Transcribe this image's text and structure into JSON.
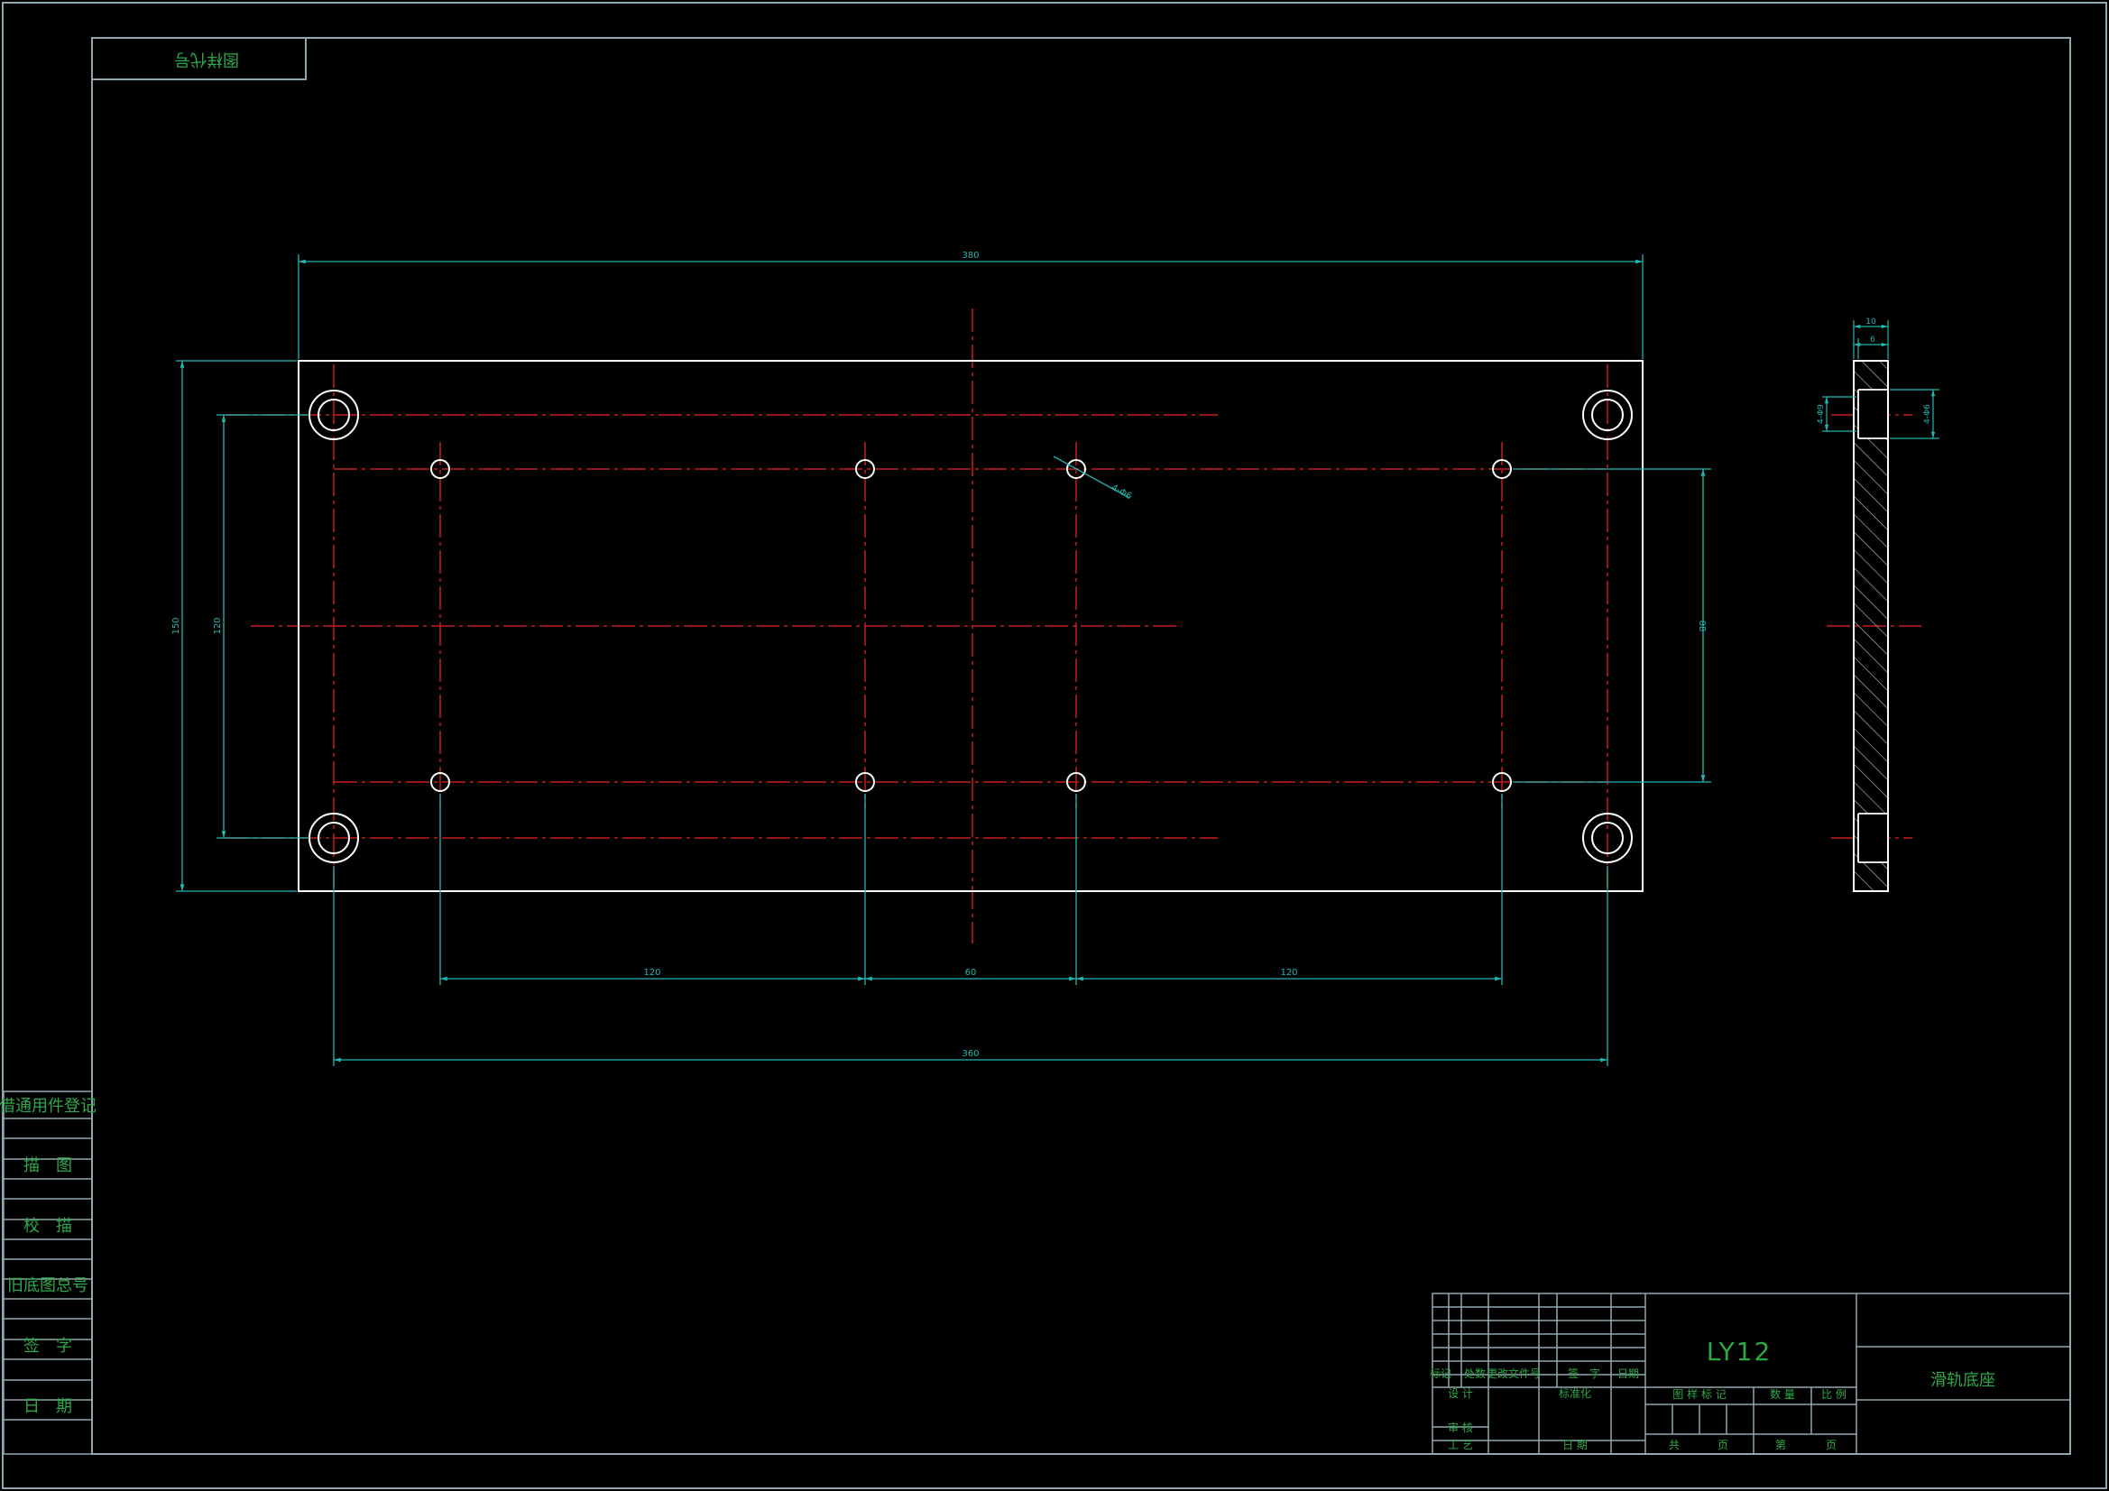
{
  "colors": {
    "background": "#000000",
    "border": "#8fa8b0",
    "outline": "#ffffff",
    "center_line": "#c81e1e",
    "dimension": "#22b6b0",
    "label_text": "#2ea84a",
    "material_text": "#2fa843",
    "hatch": "#c8c8c8"
  },
  "drawing_code_mirrored": "图样代号",
  "dimensions": {
    "overall_length": "380",
    "hole_spacing_length": "360",
    "spacing_left": "120",
    "spacing_middle": "60",
    "spacing_right": "120",
    "overall_width": "150",
    "hole_spacing_width": "120",
    "small_hole_spacing": "88",
    "small_hole_note": "4-Φ6",
    "side_thickness": "10",
    "side_counterbore_depth": "6",
    "side_counterbore_dia": "4-Φ9",
    "side_hole_dia": "4-Φ6"
  },
  "side_labels": [
    "借通用件登记",
    "描　图",
    "校　描",
    "旧底图总号",
    "签　字",
    "日　期"
  ],
  "title_block": {
    "material": "LY12",
    "part_name": "滑轨底座",
    "rev_headers": [
      "标记",
      "处数",
      "更改文件号",
      "签　字",
      "日期"
    ],
    "design": "设  计",
    "standardize": "标准化",
    "review": "审  核",
    "process": "工  艺",
    "date": "日  期",
    "drawing_mark": "图 样 标 记",
    "weight": "数  量",
    "scale": "比  例",
    "total": "共",
    "sheet_unit": "页",
    "nth": "第",
    "sheet_unit2": "页"
  }
}
